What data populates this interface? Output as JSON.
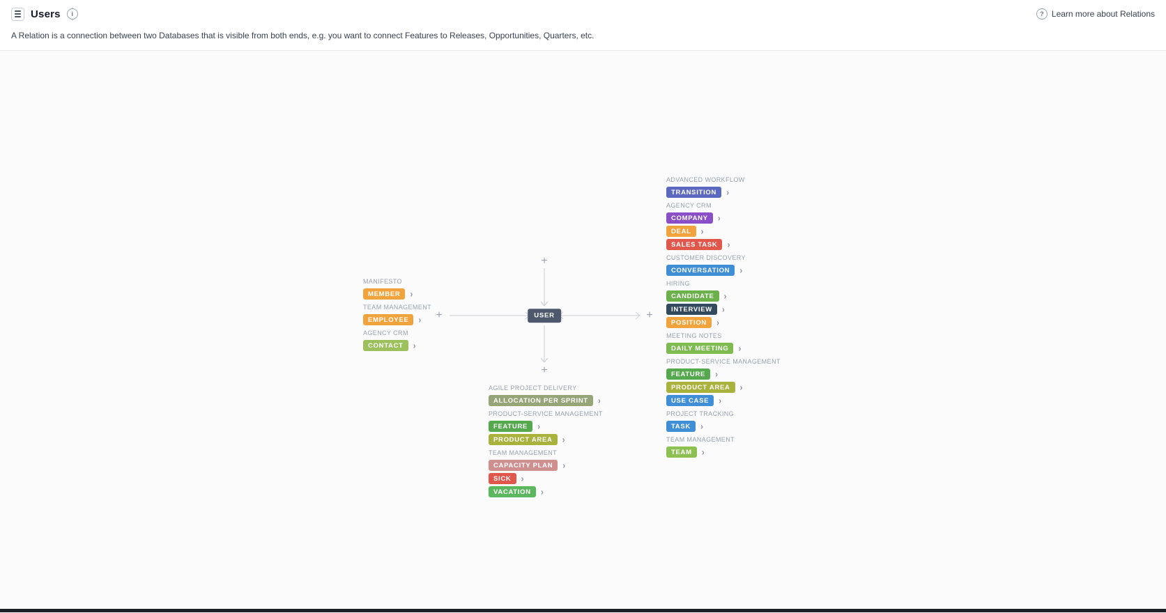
{
  "header": {
    "title": "Users",
    "learn_more": "Learn more about Relations",
    "description": "A Relation is a connection between two Databases that is visible from both ends, e.g. you want to connect Features to Releases, Opportunities, Quarters, etc."
  },
  "icons": {
    "info": "i",
    "help": "?",
    "plus": "+",
    "chevron": "›"
  },
  "center": {
    "label": "USER",
    "color": "#4d586c"
  },
  "panels": {
    "left": {
      "sections": [
        {
          "category": "MANIFESTO",
          "items": [
            {
              "label": "MEMBER",
              "color": "#f2a33c"
            }
          ]
        },
        {
          "category": "TEAM MANAGEMENT",
          "items": [
            {
              "label": "EMPLOYEE",
              "color": "#f2a33c"
            }
          ]
        },
        {
          "category": "AGENCY CRM",
          "items": [
            {
              "label": "CONTACT",
              "color": "#9cc15c"
            }
          ]
        }
      ]
    },
    "right": {
      "sections": [
        {
          "category": "ADVANCED WORKFLOW",
          "items": [
            {
              "label": "TRANSITION",
              "color": "#5b68c0"
            }
          ]
        },
        {
          "category": "AGENCY CRM",
          "items": [
            {
              "label": "COMPANY",
              "color": "#8a4fc8"
            },
            {
              "label": "DEAL",
              "color": "#f2a33c"
            },
            {
              "label": "SALES TASK",
              "color": "#e2574c"
            }
          ]
        },
        {
          "category": "CUSTOMER DISCOVERY",
          "items": [
            {
              "label": "CONVERSATION",
              "color": "#3f8ed6"
            }
          ]
        },
        {
          "category": "HIRING",
          "items": [
            {
              "label": "CANDIDATE",
              "color": "#6cb04c"
            },
            {
              "label": "INTERVIEW",
              "color": "#334a5e"
            },
            {
              "label": "POSITION",
              "color": "#f2a33c"
            }
          ]
        },
        {
          "category": "MEETING NOTES",
          "items": [
            {
              "label": "DAILY MEETING",
              "color": "#7dba50"
            }
          ]
        },
        {
          "category": "PRODUCT-SERVICE MANAGEMENT",
          "items": [
            {
              "label": "FEATURE",
              "color": "#55a84e"
            },
            {
              "label": "PRODUCT AREA",
              "color": "#aab23e"
            },
            {
              "label": "USE CASE",
              "color": "#3f8ed6"
            }
          ]
        },
        {
          "category": "PROJECT TRACKING",
          "items": [
            {
              "label": "TASK",
              "color": "#3f8ed6"
            }
          ]
        },
        {
          "category": "TEAM MANAGEMENT",
          "items": [
            {
              "label": "TEAM",
              "color": "#8cc152"
            }
          ]
        }
      ]
    },
    "bottom": {
      "sections": [
        {
          "category": "AGILE PROJECT DELIVERY",
          "items": [
            {
              "label": "ALLOCATION PER SPRINT",
              "color": "#95a577"
            }
          ]
        },
        {
          "category": "PRODUCT-SERVICE MANAGEMENT",
          "items": [
            {
              "label": "FEATURE",
              "color": "#55a84e"
            },
            {
              "label": "PRODUCT AREA",
              "color": "#aab23e"
            }
          ]
        },
        {
          "category": "TEAM MANAGEMENT",
          "items": [
            {
              "label": "CAPACITY PLAN",
              "color": "#d08f8f"
            },
            {
              "label": "SICK",
              "color": "#e2574c"
            },
            {
              "label": "VACATION",
              "color": "#5cb85f"
            }
          ]
        }
      ]
    }
  }
}
